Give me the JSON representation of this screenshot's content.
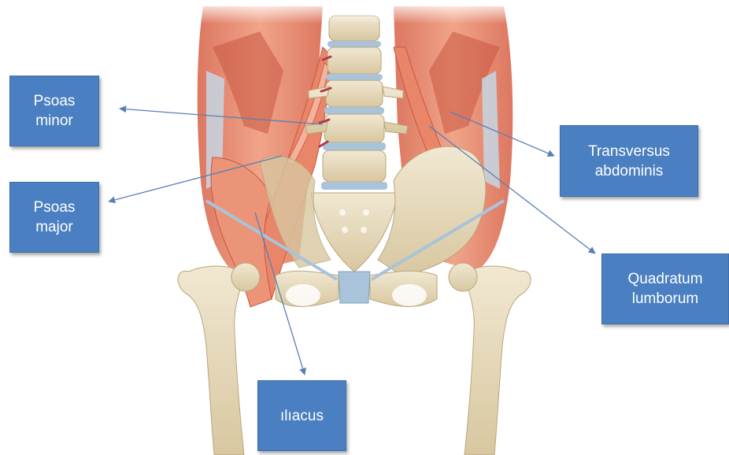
{
  "labels": {
    "psoas_minor": "Psoas\nminor",
    "psoas_major": "Psoas\nmajor",
    "transversus_abdominis": "Transversus\nabdominis",
    "quadratum_lumborum": "Quadratum\nlumborum",
    "iliacus": "ılıacus"
  },
  "colors": {
    "label_fill": "#4a7fc1",
    "label_text": "#ffffff",
    "leader_line": "#5b7fb4",
    "bone": "#e8dcbf",
    "bone_shade": "#c9b88f",
    "muscle": "#e9866a",
    "muscle_dark": "#c9553f",
    "cartilage": "#a9c3da",
    "tendon": "#c6d6e4"
  }
}
